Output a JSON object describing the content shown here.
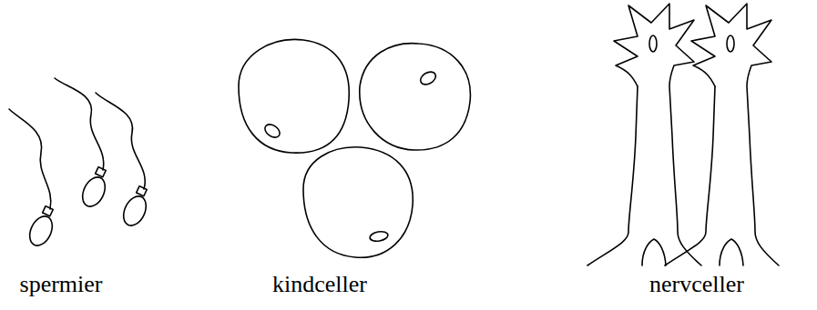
{
  "diagram": {
    "labels": [
      "spermier",
      "kindceller",
      "nervceller"
    ]
  }
}
